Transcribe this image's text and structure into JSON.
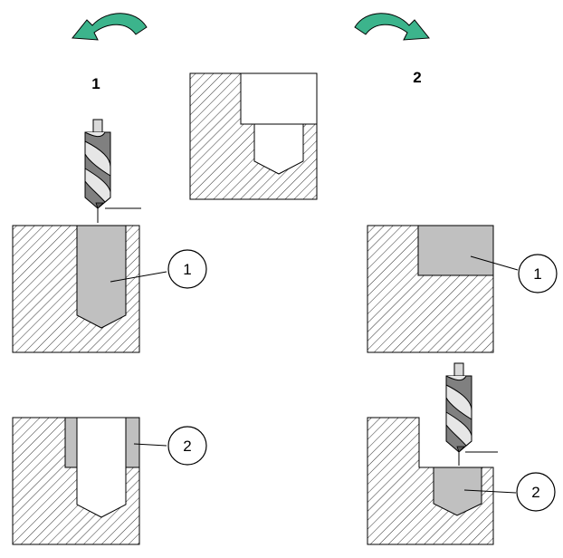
{
  "colors": {
    "arrow_green": "#3cb48c",
    "material_gray": "#c0c0c0",
    "drill_dark": "#808080",
    "drill_light": "#d9d9d9",
    "outline": "#000000",
    "background": "#ffffff"
  },
  "icons": {
    "left_arrow": "curved-arrow-counterclockwise-icon",
    "right_arrow": "curved-arrow-clockwise-icon",
    "tool": "twist-drill-icon"
  },
  "labels": {
    "sequence_1": "1",
    "sequence_2": "2",
    "callouts": {
      "left_top": "1",
      "left_bottom": "2",
      "right_top": "1",
      "right_bottom": "2"
    }
  }
}
